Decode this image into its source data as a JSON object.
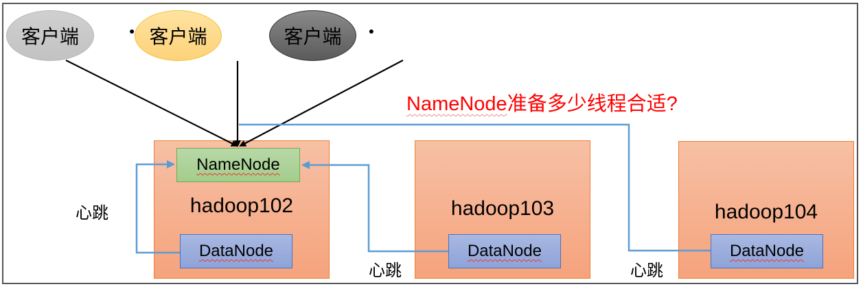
{
  "clients": [
    {
      "label": "客户端",
      "style": "light-gray"
    },
    {
      "label": "客户端",
      "style": "yellow"
    },
    {
      "label": "客户端",
      "style": "dark-gray"
    }
  ],
  "ellipsis": "。。。",
  "question": {
    "prefix": "NameNode",
    "suffix": "准备多少线程合适?"
  },
  "servers": [
    {
      "hostname": "hadoop102",
      "namenode": "NameNode",
      "datanode": "DataNode"
    },
    {
      "hostname": "hadoop103",
      "datanode": "DataNode"
    },
    {
      "hostname": "hadoop104",
      "datanode": "DataNode"
    }
  ],
  "heartbeat_label": "心跳",
  "colors": {
    "server_fill": "#f5a37c",
    "server_border": "#ed7d31",
    "namenode_fill": "#a9d18e",
    "datanode_fill": "#8faadc",
    "connector_blue": "#5b9bd5",
    "question_red": "#ff0000"
  }
}
